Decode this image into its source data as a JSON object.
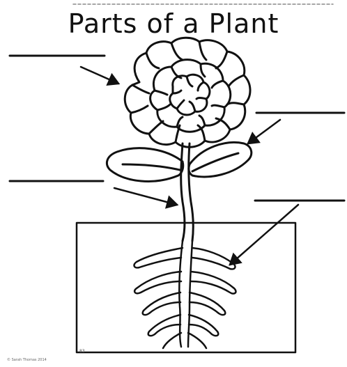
{
  "worksheet": {
    "title": "Parts of a Plant",
    "copyright": "© Sarah Thomas 2014",
    "page_mark": "83"
  },
  "labels": {
    "flower_blank": "",
    "leaf_blank": "",
    "stem_blank": "",
    "roots_blank": ""
  },
  "colors": {
    "ink": "#111111",
    "paper": "#ffffff"
  }
}
